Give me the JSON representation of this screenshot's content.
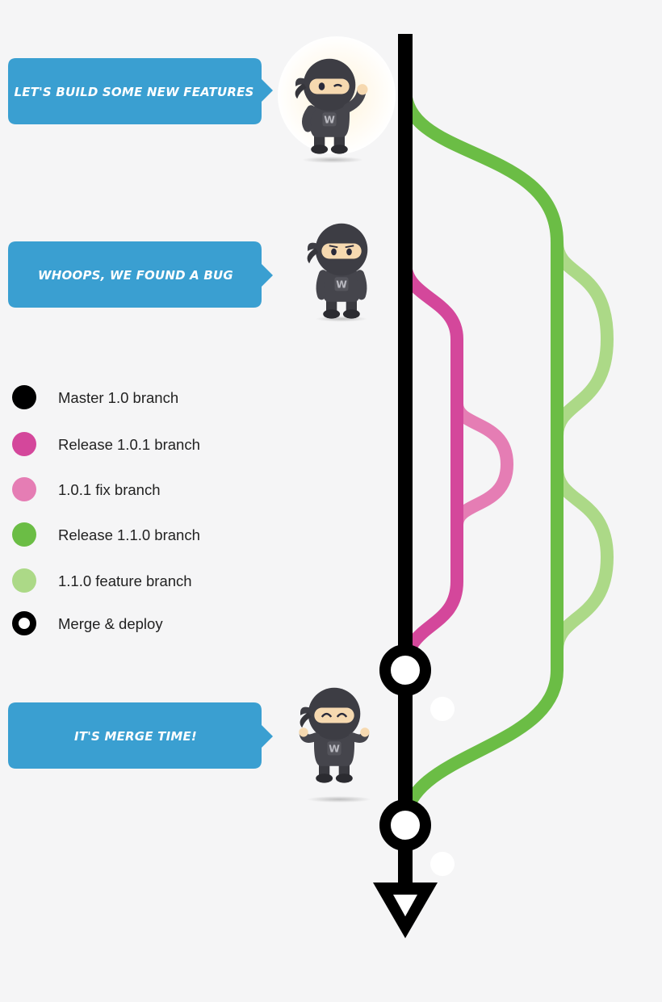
{
  "callouts": [
    {
      "text": "LET'S BUILD SOME NEW FEATURES"
    },
    {
      "text": "WHOOPS, WE FOUND A BUG"
    },
    {
      "text": "IT'S MERGE TIME!"
    }
  ],
  "legend": [
    {
      "label": "Master 1.0 branch",
      "color": "#000000",
      "kind": "dot"
    },
    {
      "label": "Release 1.0.1 branch",
      "color": "#d4479b",
      "kind": "dot"
    },
    {
      "label": "1.0.1 fix branch",
      "color": "#e57db4",
      "kind": "dot"
    },
    {
      "label": "Release 1.1.0 branch",
      "color": "#6bbd45",
      "kind": "dot"
    },
    {
      "label": "1.1.0 feature branch",
      "color": "#acd987",
      "kind": "dot"
    },
    {
      "label": "Merge & deploy",
      "color": "#000000",
      "kind": "ring"
    }
  ],
  "colors": {
    "callout": "#3a9fd1",
    "background": "#f5f5f6",
    "master": "#000000",
    "release_101": "#d4479b",
    "fix_101": "#e57db4",
    "release_110": "#6bbd45",
    "feature_110": "#acd987"
  },
  "characters": [
    {
      "name": "ninja-waving",
      "expression": "wink"
    },
    {
      "name": "ninja-sad",
      "expression": "sad"
    },
    {
      "name": "ninja-happy",
      "expression": "happy"
    }
  ]
}
